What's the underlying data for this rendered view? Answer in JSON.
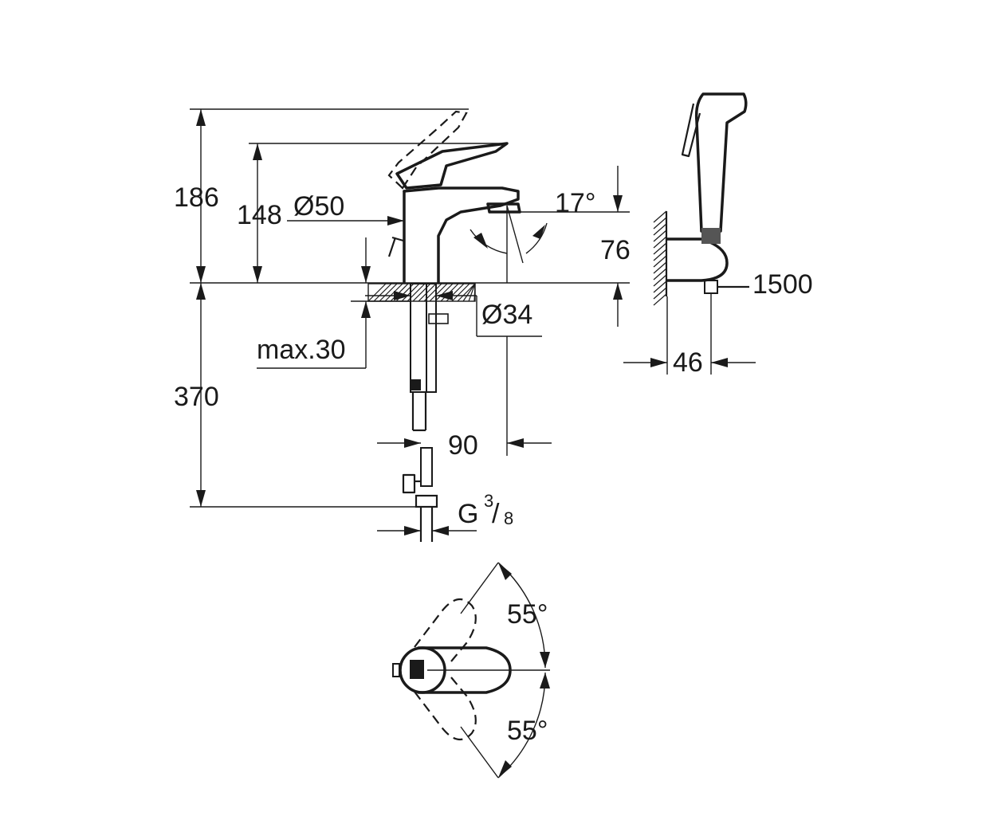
{
  "dimensions": {
    "overall_height": "186",
    "spout_height": "148",
    "body_diameter": "Ø50",
    "spout_angle": "17°",
    "spout_offset": "76",
    "hole_diameter": "Ø34",
    "deck_thickness": "max.30",
    "under_length": "370",
    "spout_projection": "90",
    "thread_g": "G",
    "thread_num": "3",
    "thread_den": "8",
    "hose_length": "1500",
    "holder_depth": "46",
    "handle_angle_top": "55°",
    "handle_angle_bottom": "55°"
  }
}
